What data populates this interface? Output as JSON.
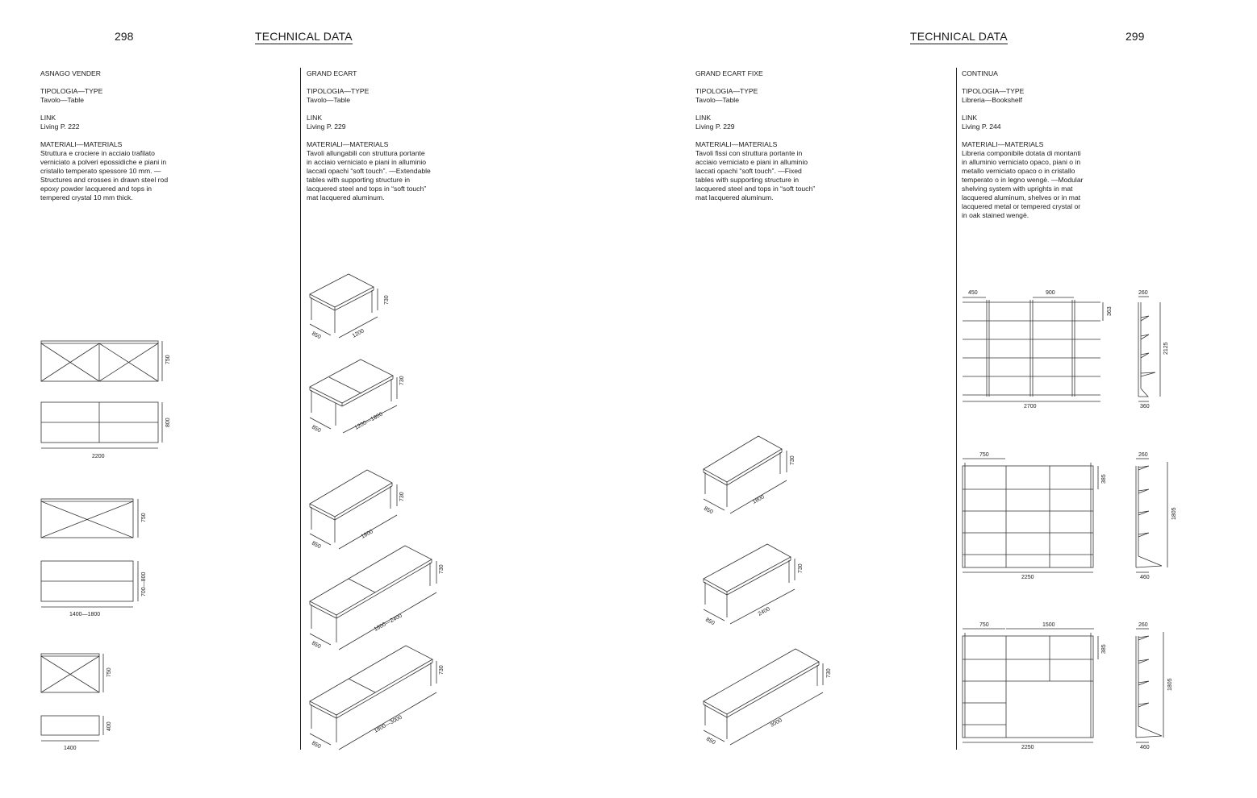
{
  "pages": {
    "left_number": "298",
    "right_number": "299",
    "header_left": "TECHNICAL DATA",
    "header_right": "TECHNICAL DATA"
  },
  "products": [
    {
      "name": "ASNAGO VENDER",
      "type_label": "TIPOLOGIA—TYPE",
      "type_value": "Tavolo—Table",
      "link_label": "LINK",
      "link_value": "Living P. 222",
      "materials_label": "MATERIALI—MATERIALS",
      "materials_text": "Struttura e crociere in acciaio trafilato verniciato a polveri epossidiche e piani in cristallo temperato spessore 10 mm. —Structures and crosses in drawn steel rod epoxy powder lacquered and tops in tempered crystal 10 mm thick."
    },
    {
      "name": "GRAND ECART",
      "type_label": "TIPOLOGIA—TYPE",
      "type_value": "Tavolo—Table",
      "link_label": "LINK",
      "link_value": "Living P. 229",
      "materials_label": "MATERIALI—MATERIALS",
      "materials_text": "Tavoli allungabili con struttura portante in acciaio verniciato e piani in alluminio laccati opachi “soft touch”. —Extendable tables with supporting structure in lacquered steel and tops in “soft touch” mat lacquered aluminum."
    },
    {
      "name": "GRAND ECART FIXE",
      "type_label": "TIPOLOGIA—TYPE",
      "type_value": "Tavolo—Table",
      "link_label": "LINK",
      "link_value": "Living P. 229",
      "materials_label": "MATERIALI—MATERIALS",
      "materials_text": "Tavoli fissi con struttura portante in acciaio verniciato e piani in alluminio laccati opachi “soft touch”. —Fixed tables with supporting structure in lacquered steel and tops in “soft touch” mat lacquered aluminum."
    },
    {
      "name": "CONTINUA",
      "type_label": "TIPOLOGIA—TYPE",
      "type_value": "Libreria—Bookshelf",
      "link_label": "LINK",
      "link_value": "Living P. 244",
      "materials_label": "MATERIALI—MATERIALS",
      "materials_text": "Libreria componibile dotata di montanti in alluminio verniciato opaco, piani o in metallo verniciato opaco o in cristallo temperato o in legno wengè. —Modular shelving system with uprights in mat lacquered aluminum, shelves or in mat lacquered metal or tempered crystal or in oak stained wengè."
    }
  ],
  "dimensions": {
    "asnago": {
      "a_height": "750",
      "a_depth": "800",
      "a_width": "2200",
      "b_height": "750",
      "b_depth": "700—800",
      "b_width": "1400—1800",
      "c_height": "750",
      "c_depth": "400",
      "c_width": "1400"
    },
    "grand_ecart": {
      "a_depth": "850",
      "a_width": "1200",
      "a_height": "730",
      "b_depth": "850",
      "b_width": "1200—1800",
      "b_height": "730",
      "c_depth": "850",
      "c_width": "1800",
      "c_height": "730",
      "d_depth": "850",
      "d_width": "1800—2400",
      "d_height": "730",
      "e_depth": "850",
      "e_width": "1800—3000",
      "e_height": "730"
    },
    "grand_ecart_fixe": {
      "a_depth": "850",
      "a_width": "1800",
      "a_height": "730",
      "b_depth": "850",
      "b_width": "2400",
      "b_height": "730",
      "c_depth": "850",
      "c_width": "3000",
      "c_height": "730"
    },
    "continua": {
      "a_module1": "450",
      "a_module2": "900",
      "a_shelf": "363",
      "a_width": "2700",
      "a_side_top": "260",
      "a_side_height": "2125",
      "a_side_bottom": "360",
      "b_module": "750",
      "b_shelf": "385",
      "b_width": "2250",
      "b_side_top": "260",
      "b_side_height": "1805",
      "b_side_bottom": "460",
      "c_module1": "750",
      "c_module2": "1500",
      "c_shelf": "385",
      "c_width": "2250",
      "c_side_top": "260",
      "c_side_height": "1805",
      "c_side_bottom": "460"
    }
  }
}
